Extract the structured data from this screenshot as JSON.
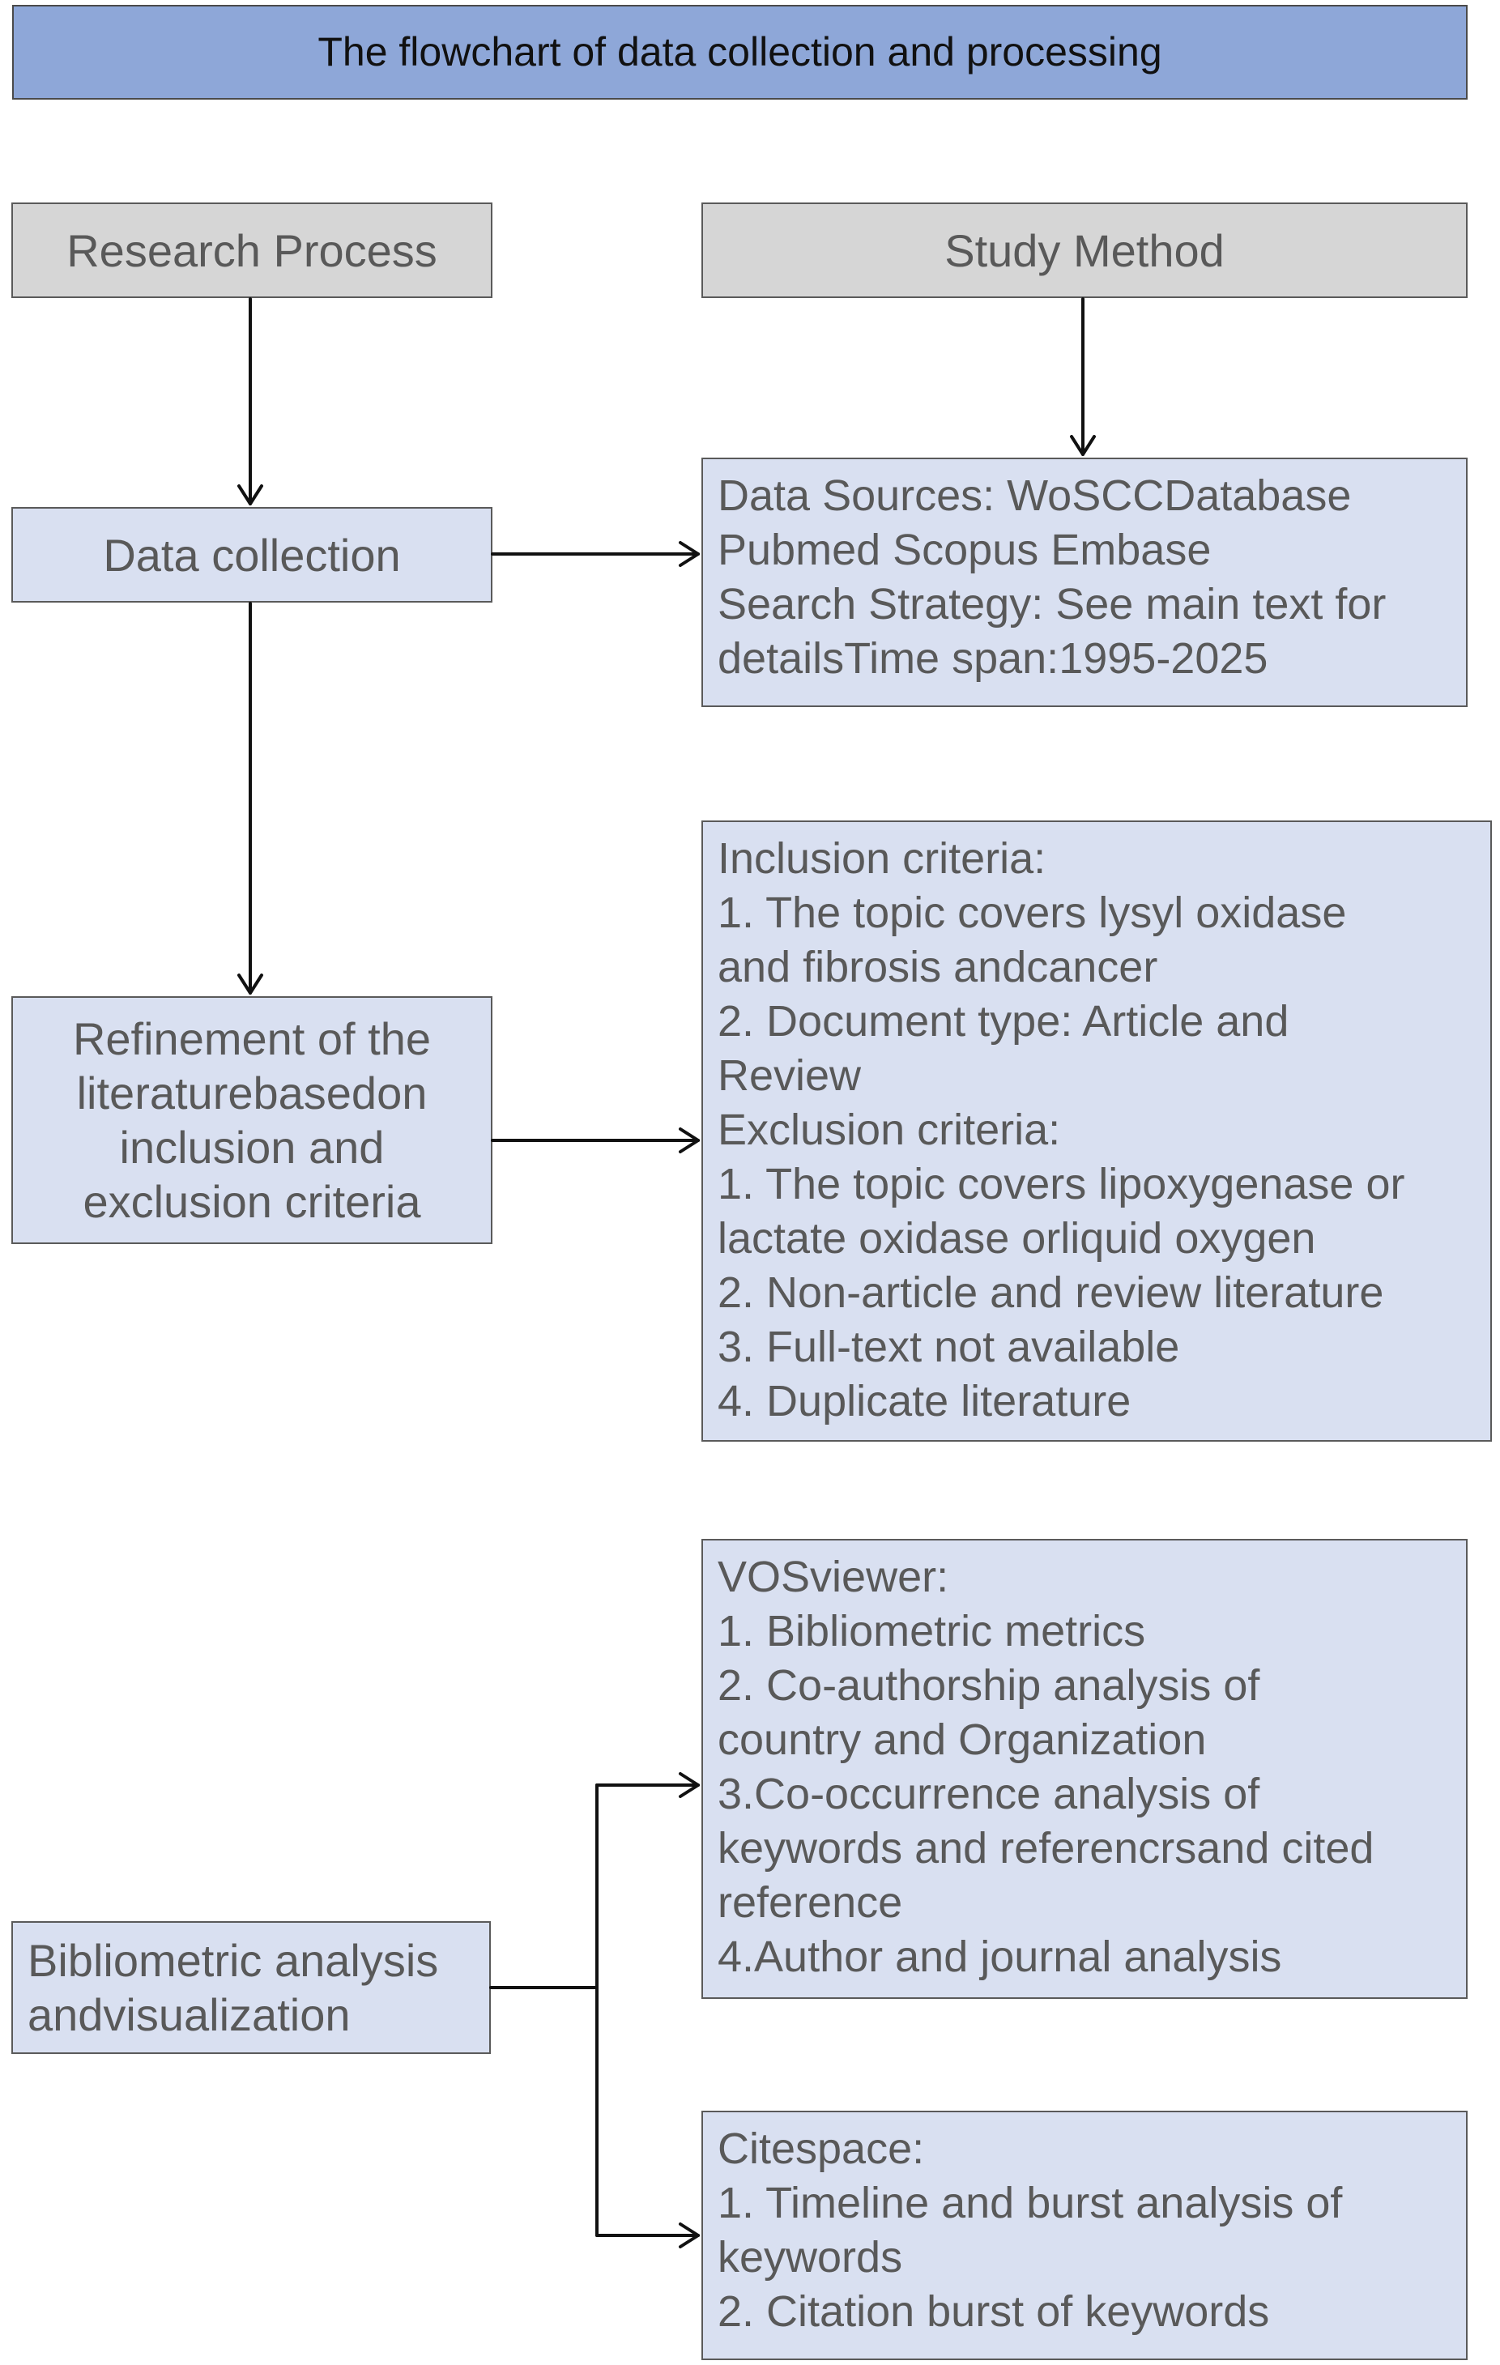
{
  "title": "The flowchart of data collection and processing",
  "headers": {
    "research_process": "Research Process",
    "study_method": "Study Method"
  },
  "steps": {
    "data_collection": "Data collection",
    "refinement": [
      "Refinement of the",
      "literaturebasedon",
      "inclusion and",
      "exclusion criteria"
    ],
    "bibliometric": [
      "Bibliometric analysis",
      "andvisualization"
    ]
  },
  "methods": {
    "data_sources": [
      "Data Sources: WoSCCDatabase",
      "Pubmed Scopus Embase",
      "Search Strategy: See main text for",
      "detailsTime span:1995-2025"
    ],
    "criteria": [
      "Inclusion criteria:",
      "1. The topic covers lysyl oxidase",
      "and fibrosis andcancer",
      "2. Document type: Article and",
      "Review",
      "Exclusion criteria:",
      "1. The topic covers lipoxygenase or",
      "lactate oxidase orliquid oxygen",
      "2. Non-article and review literature",
      "3. Full-text not available",
      "4. Duplicate literature"
    ],
    "vosviewer": [
      "VOSviewer:",
      "1. Bibliometric metrics",
      "2. Co-authorship analysis of",
      "country and Organization",
      "3.Co-occurrence analysis of",
      "keywords and referencrsand cited",
      "reference",
      "4.Author and journal analysis"
    ],
    "citespace": [
      "Citespace:",
      "1. Timeline and burst analysis of",
      "keywords",
      "2. Citation burst of keywords"
    ]
  }
}
